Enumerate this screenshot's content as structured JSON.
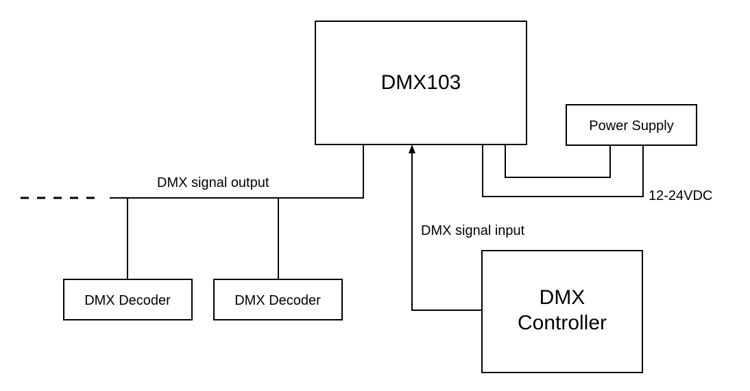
{
  "diagram": {
    "main_unit": "DMX103",
    "power_supply": "Power Supply",
    "voltage": "12-24VDC",
    "signal_output": "DMX signal output",
    "signal_input": "DMX signal input",
    "decoders": [
      "DMX Decoder",
      "DMX Decoder"
    ],
    "controller": {
      "line1": "DMX",
      "line2": "Controller"
    }
  }
}
